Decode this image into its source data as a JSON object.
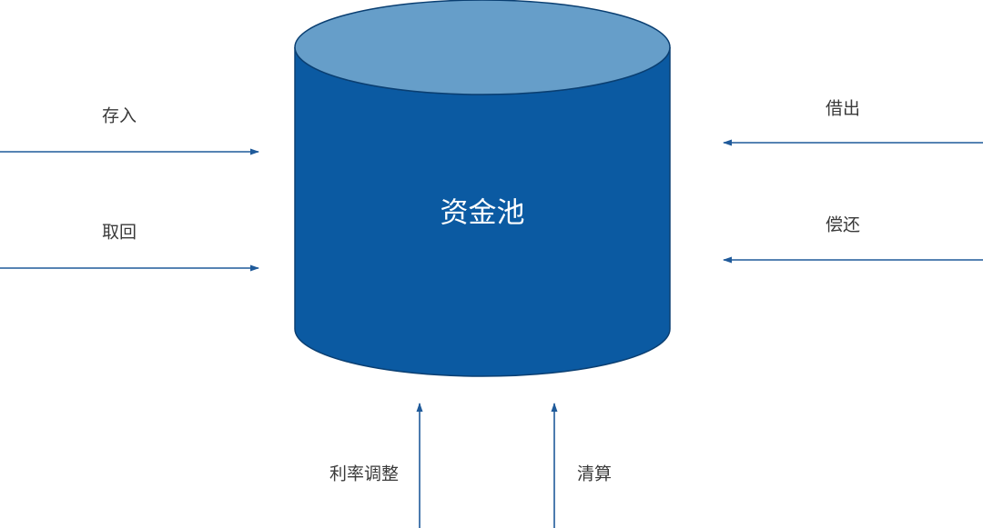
{
  "pool": {
    "label": "资金池",
    "body_color": "#0b5aa2",
    "top_color": "#669ec9",
    "edge_color": "#0a3f72"
  },
  "arrow_color": "#1f5a9a",
  "flows": {
    "deposit": "存入",
    "withdraw": "取回",
    "borrow": "借出",
    "repay": "偿还",
    "rate_adjustment": "利率调整",
    "settlement": "清算"
  }
}
